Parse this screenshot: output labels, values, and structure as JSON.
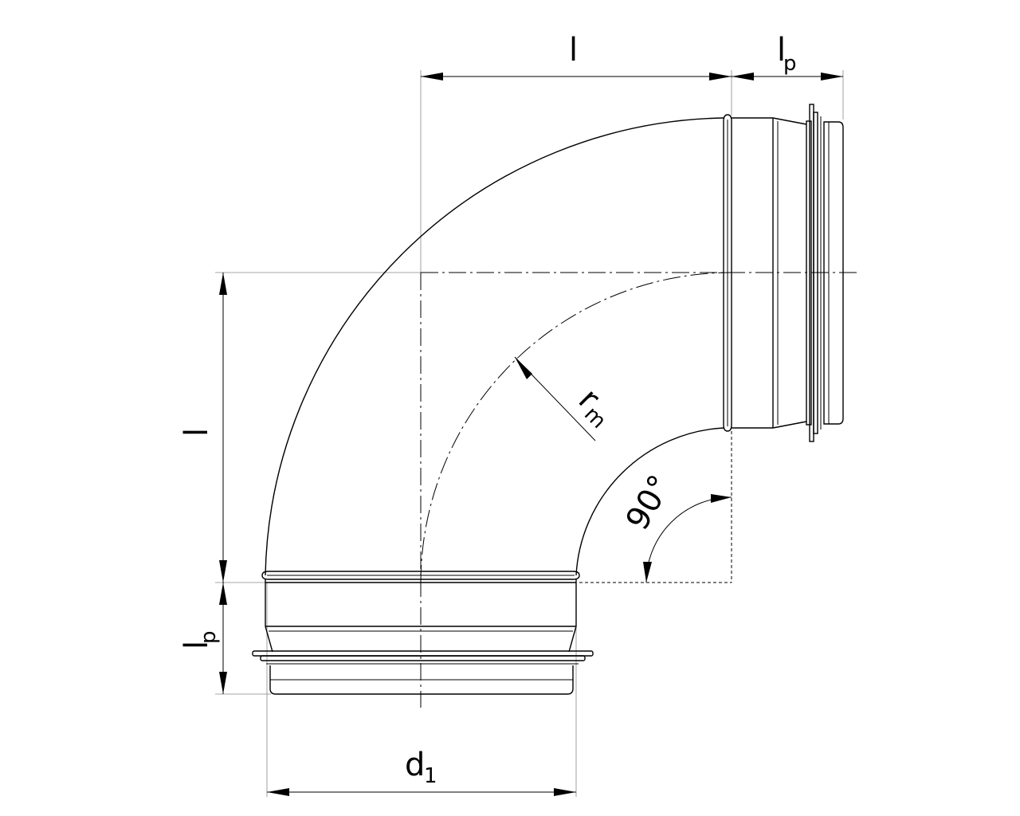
{
  "labels": {
    "l_top": "l",
    "lp_top_main": "l",
    "lp_top_sub": "p",
    "l_left": "l",
    "lp_left_main": "l",
    "lp_left_sub": "p",
    "rm_main": "r",
    "rm_sub": "m",
    "angle": "90°",
    "d1_main": "d",
    "d1_sub": "1"
  }
}
